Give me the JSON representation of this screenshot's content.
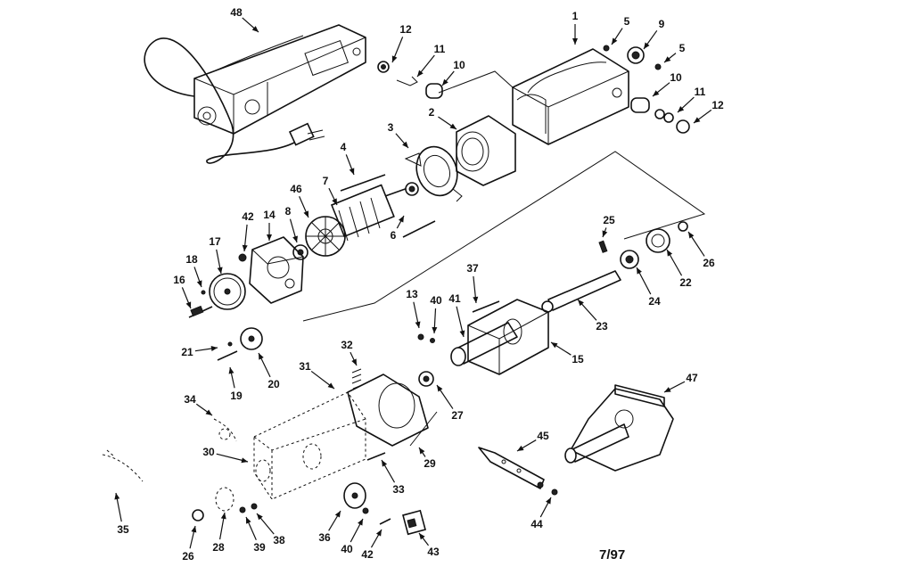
{
  "figure": {
    "date_code": "7/97"
  },
  "callouts": [
    {
      "id": "c48",
      "text": "48"
    },
    {
      "id": "c12a",
      "text": "12"
    },
    {
      "id": "c11a",
      "text": "11"
    },
    {
      "id": "c10a",
      "text": "10"
    },
    {
      "id": "c1",
      "text": "1"
    },
    {
      "id": "c5a",
      "text": "5"
    },
    {
      "id": "c9",
      "text": "9"
    },
    {
      "id": "c5b",
      "text": "5"
    },
    {
      "id": "c10b",
      "text": "10"
    },
    {
      "id": "c11b",
      "text": "11"
    },
    {
      "id": "c12b",
      "text": "12"
    },
    {
      "id": "c2",
      "text": "2"
    },
    {
      "id": "c3",
      "text": "3"
    },
    {
      "id": "c4",
      "text": "4"
    },
    {
      "id": "c7",
      "text": "7"
    },
    {
      "id": "c46",
      "text": "46"
    },
    {
      "id": "c8",
      "text": "8"
    },
    {
      "id": "c42a",
      "text": "42"
    },
    {
      "id": "c14",
      "text": "14"
    },
    {
      "id": "c6",
      "text": "6"
    },
    {
      "id": "c17",
      "text": "17"
    },
    {
      "id": "c18",
      "text": "18"
    },
    {
      "id": "c16",
      "text": "16"
    },
    {
      "id": "c25",
      "text": "25"
    },
    {
      "id": "c26a",
      "text": "26"
    },
    {
      "id": "c24",
      "text": "24"
    },
    {
      "id": "c22",
      "text": "22"
    },
    {
      "id": "c37",
      "text": "37"
    },
    {
      "id": "c13",
      "text": "13"
    },
    {
      "id": "c40a",
      "text": "40"
    },
    {
      "id": "c41",
      "text": "41"
    },
    {
      "id": "c23",
      "text": "23"
    },
    {
      "id": "c15",
      "text": "15"
    },
    {
      "id": "c21",
      "text": "21"
    },
    {
      "id": "c19",
      "text": "19"
    },
    {
      "id": "c20",
      "text": "20"
    },
    {
      "id": "c32",
      "text": "32"
    },
    {
      "id": "c31",
      "text": "31"
    },
    {
      "id": "c27",
      "text": "27"
    },
    {
      "id": "c47",
      "text": "47"
    },
    {
      "id": "c34",
      "text": "34"
    },
    {
      "id": "c30",
      "text": "30"
    },
    {
      "id": "c29",
      "text": "29"
    },
    {
      "id": "c45",
      "text": "45"
    },
    {
      "id": "c33",
      "text": "33"
    },
    {
      "id": "c35",
      "text": "35"
    },
    {
      "id": "c26b",
      "text": "26"
    },
    {
      "id": "c28",
      "text": "28"
    },
    {
      "id": "c39",
      "text": "39"
    },
    {
      "id": "c38",
      "text": "38"
    },
    {
      "id": "c36",
      "text": "36"
    },
    {
      "id": "c40b",
      "text": "40"
    },
    {
      "id": "c42b",
      "text": "42"
    },
    {
      "id": "c44",
      "text": "44"
    },
    {
      "id": "c43",
      "text": "43"
    }
  ]
}
